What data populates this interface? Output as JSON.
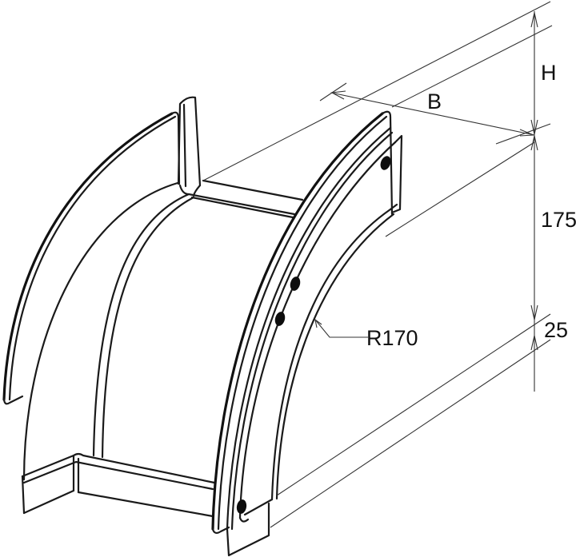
{
  "drawing": {
    "subject": "cable tray vertical bend, isometric view",
    "line_color": "#1a1a1a",
    "background": "#ffffff"
  },
  "dimensions": {
    "height_label": "H",
    "width_label": "B",
    "side_height": "175",
    "flange": "25",
    "radius": "R170"
  }
}
